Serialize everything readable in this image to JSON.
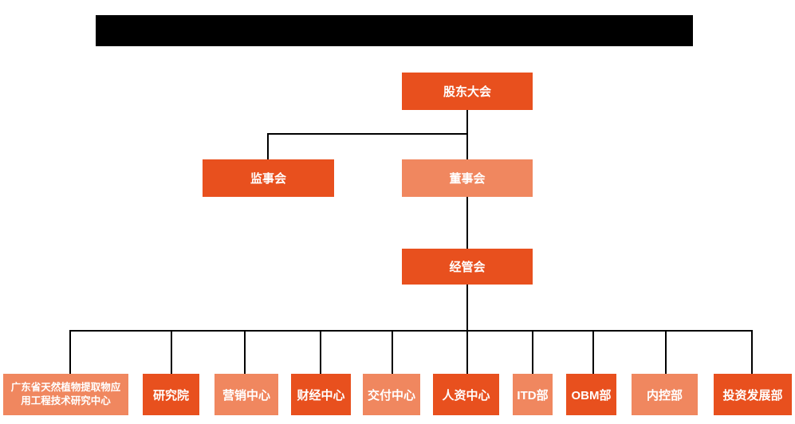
{
  "chart": {
    "type": "org-chart",
    "level1": {
      "label": "股东大会",
      "variant": "dark"
    },
    "level2": [
      {
        "label": "监事会",
        "variant": "dark"
      },
      {
        "label": "董事会",
        "variant": "light"
      }
    ],
    "level3": {
      "label": "经管会",
      "variant": "dark"
    },
    "level4": [
      {
        "label": "广东省天然植物提取物应用工程技术研究中心",
        "variant": "light"
      },
      {
        "label": "研究院",
        "variant": "dark"
      },
      {
        "label": "营销中心",
        "variant": "light"
      },
      {
        "label": "财经中心",
        "variant": "dark"
      },
      {
        "label": "交付中心",
        "variant": "light"
      },
      {
        "label": "人资中心",
        "variant": "dark"
      },
      {
        "label": "ITD部",
        "variant": "light"
      },
      {
        "label": "OBM部",
        "variant": "dark"
      },
      {
        "label": "内控部",
        "variant": "light"
      },
      {
        "label": "投资发展部",
        "variant": "dark"
      }
    ]
  },
  "colors": {
    "dark_orange": "#E8501E",
    "light_orange": "#F0875F",
    "node_text": "#FFFFFF",
    "connector_line": "#000000",
    "redaction": "#000000",
    "background": "#FFFFFF"
  }
}
